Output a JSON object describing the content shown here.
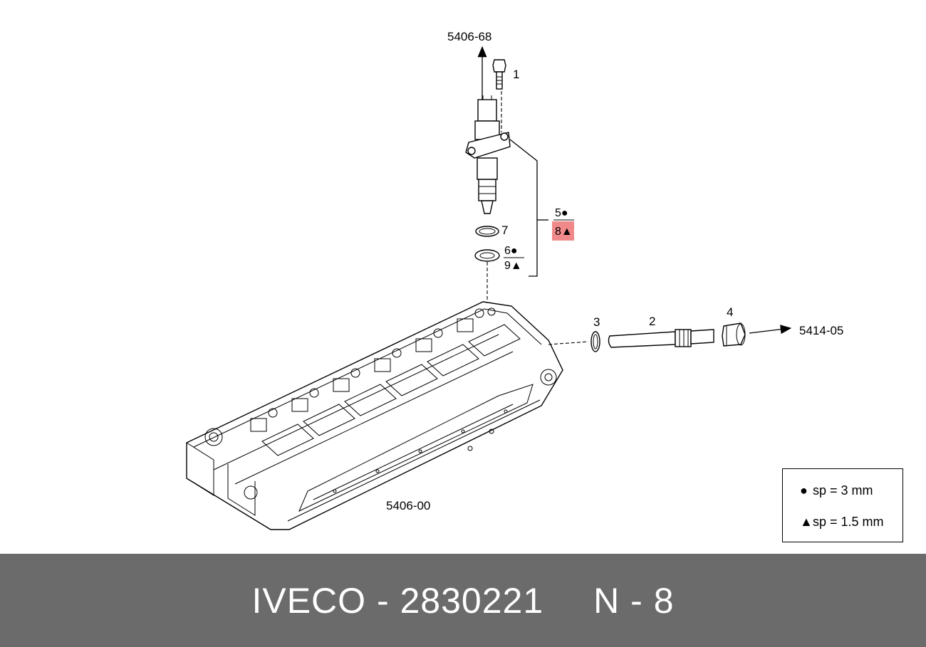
{
  "diagram": {
    "refs": {
      "top_ref": "5406-68",
      "right_ref": "5414-05",
      "head_ref": "5406-00"
    },
    "callouts": {
      "c1": "1",
      "c2": "2",
      "c3": "3",
      "c4": "4",
      "c5": "5●",
      "c6": "6●",
      "c7": "7",
      "c8": "8▲",
      "c9": "9▲"
    },
    "highlight_color": "#f08a8a"
  },
  "legend": {
    "row1_symbol": "●",
    "row1_text": "sp = 3 mm",
    "row2_symbol": "▲",
    "row2_text": "sp = 1.5 mm"
  },
  "footer": {
    "brand_part": "IVECO - 2830221",
    "position": "N - 8"
  }
}
